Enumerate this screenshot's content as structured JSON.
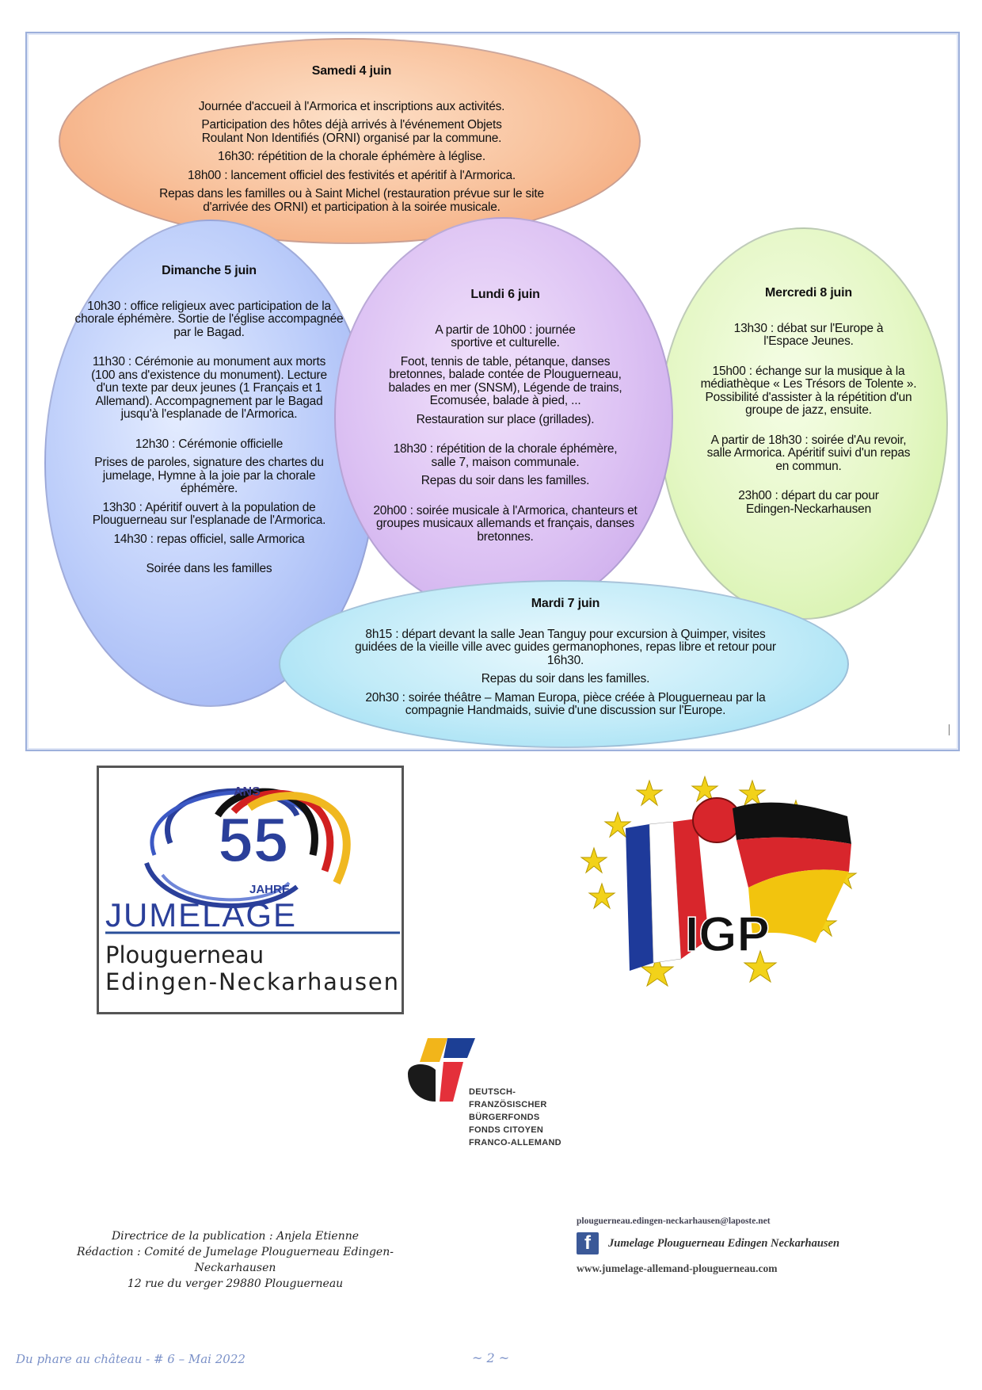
{
  "program": {
    "samedi": {
      "day": "Samedi 4 juin",
      "lines": [
        "Journée d'accueil à l'Armorica et inscriptions aux activités.",
        "Participation des hôtes déjà arrivés à l'événement Objets Roulant Non Identifiés (ORNI) organisé par la commune.",
        "16h30: répétition de la chorale éphémère à léglise.",
        "18h00 : lancement officiel des festivités et apéritif à l'Armorica.",
        "Repas dans les familles ou à Saint Michel (restauration prévue sur le site d'arrivée des ORNI) et participation à la soirée musicale."
      ]
    },
    "dimanche": {
      "day": "Dimanche 5 juin",
      "lines": [
        "10h30 : office religieux avec participation de la chorale éphémère. Sortie de l'église accompagnée par le Bagad.",
        "11h30 : Cérémonie au monument aux morts (100 ans d'existence du monument). Lecture d'un texte par deux jeunes (1 Français et 1 Allemand). Accompagnement par le Bagad jusqu'à l'esplanade de l'Armorica.",
        "12h30 : Cérémonie officielle",
        "Prises de paroles, signature des chartes du jumelage, Hymne à la joie par la chorale éphémère.",
        "13h30 : Apéritif ouvert à la population de Plouguerneau sur l'esplanade de l'Armorica.",
        "14h30 : repas officiel, salle Armorica",
        "Soirée dans les familles"
      ]
    },
    "lundi": {
      "day": "Lundi 6 juin",
      "lines": [
        "A partir de 10h00 : journée sportive et culturelle.",
        "Foot, tennis de table, pétanque, danses bretonnes, balade contée de Plouguerneau, balades en mer (SNSM), Légende de trains, Ecomusée, balade à pied, ...",
        "Restauration sur place (grillades).",
        "18h30 : répétition de la chorale éphémère, salle 7, maison communale.",
        "Repas du soir dans les familles.",
        "20h00 : soirée musicale à l'Armorica, chanteurs et groupes musicaux allemands et français, danses bretonnes."
      ]
    },
    "mercredi": {
      "day": "Mercredi 8 juin",
      "lines": [
        "13h30 : débat sur l'Europe à l'Espace Jeunes.",
        "15h00 : échange sur la musique à la médiathèque « Les Trésors de Tolente ». Possibilité d'assister à la répétition d'un groupe de jazz, ensuite.",
        "A partir de 18h30 : soirée d'Au revoir, salle Armorica. Apéritif suivi d'un repas en commun.",
        "23h00 : départ du car pour Edingen-Neckarhausen"
      ]
    },
    "mardi": {
      "day": "Mardi 7 juin",
      "lines": [
        "8h15 : départ devant la salle Jean Tanguy pour excursion à Quimper, visites guidées de la vieille ville avec guides germanophones, repas libre et retour pour 16h30.",
        "Repas du soir dans les familles.",
        "20h30 : soirée théâtre – Maman Europa, pièce créée à Plouguerneau par la compagnie Handmaids, suivie d'une discussion sur l'Europe."
      ]
    }
  },
  "logos": {
    "jumelage": {
      "ans": "ANS",
      "number": "55",
      "jahre": "JAHRE",
      "title": "JUMELAGE",
      "line1": "Plouguerneau",
      "line2": "Edingen-Neckarhausen"
    },
    "igp": {
      "text": "IGP"
    },
    "fonds": {
      "lines": [
        "DEUTSCH-",
        "FRANZÖSISCHER",
        "BÜRGERFONDS",
        "FONDS CITOYEN",
        "FRANCO-ALLEMAND"
      ]
    }
  },
  "credits": {
    "line1": "Directrice de la publication : Anjela Etienne",
    "line2": "Rédaction : Comité de Jumelage Plouguerneau Edingen-Neckarhausen",
    "line3": "12 rue du verger 29880 Plouguerneau"
  },
  "contact": {
    "email": "plouguerneau.edingen-neckarhausen@laposte.net",
    "facebook": "Jumelage Plouguerneau Edingen Neckarhausen",
    "website": "www.jumelage-allemand-plouguerneau.com"
  },
  "footer": {
    "left": "Du phare au château - # 6 – Mai 2022",
    "page": "~ 2 ~"
  }
}
